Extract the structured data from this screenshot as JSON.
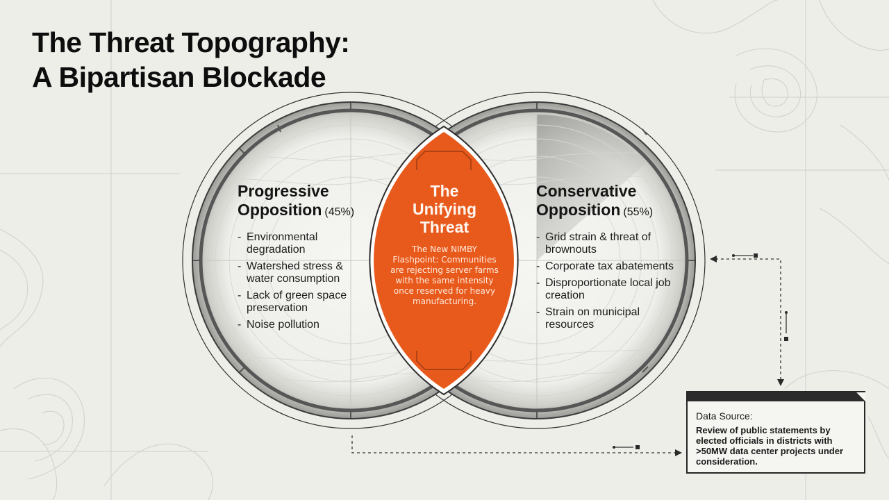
{
  "title": {
    "line1": "The Threat Topography:",
    "line2": "A Bipartisan Blockade"
  },
  "left": {
    "heading_line1": "Progressive",
    "heading_line2": "Opposition",
    "share": "(45%)",
    "items": [
      "Environmental degradation",
      "Watershed stress & water consumption",
      "Lack of green space preservation",
      "Noise pollution"
    ]
  },
  "center": {
    "heading_line1": "The",
    "heading_line2": "Unifying",
    "heading_line3": "Threat",
    "body": "The New NIMBY Flashpoint: Communities are rejecting server farms with the same intensity once reserved for heavy manufacturing."
  },
  "right": {
    "heading_line1": "Conservative",
    "heading_line2": "Opposition",
    "share": "(55%)",
    "items": [
      "Grid strain & threat of brownouts",
      "Corporate tax abatements",
      "Disproportionate local job creation",
      "Strain on municipal resources"
    ]
  },
  "source": {
    "label": "Data Source:",
    "text": "Review of public statements by elected officials in districts with >50MW data center projects under consideration."
  },
  "colors": {
    "accent": "#e85a1c",
    "background": "#eeeee9",
    "ink": "#1a1a1a"
  }
}
